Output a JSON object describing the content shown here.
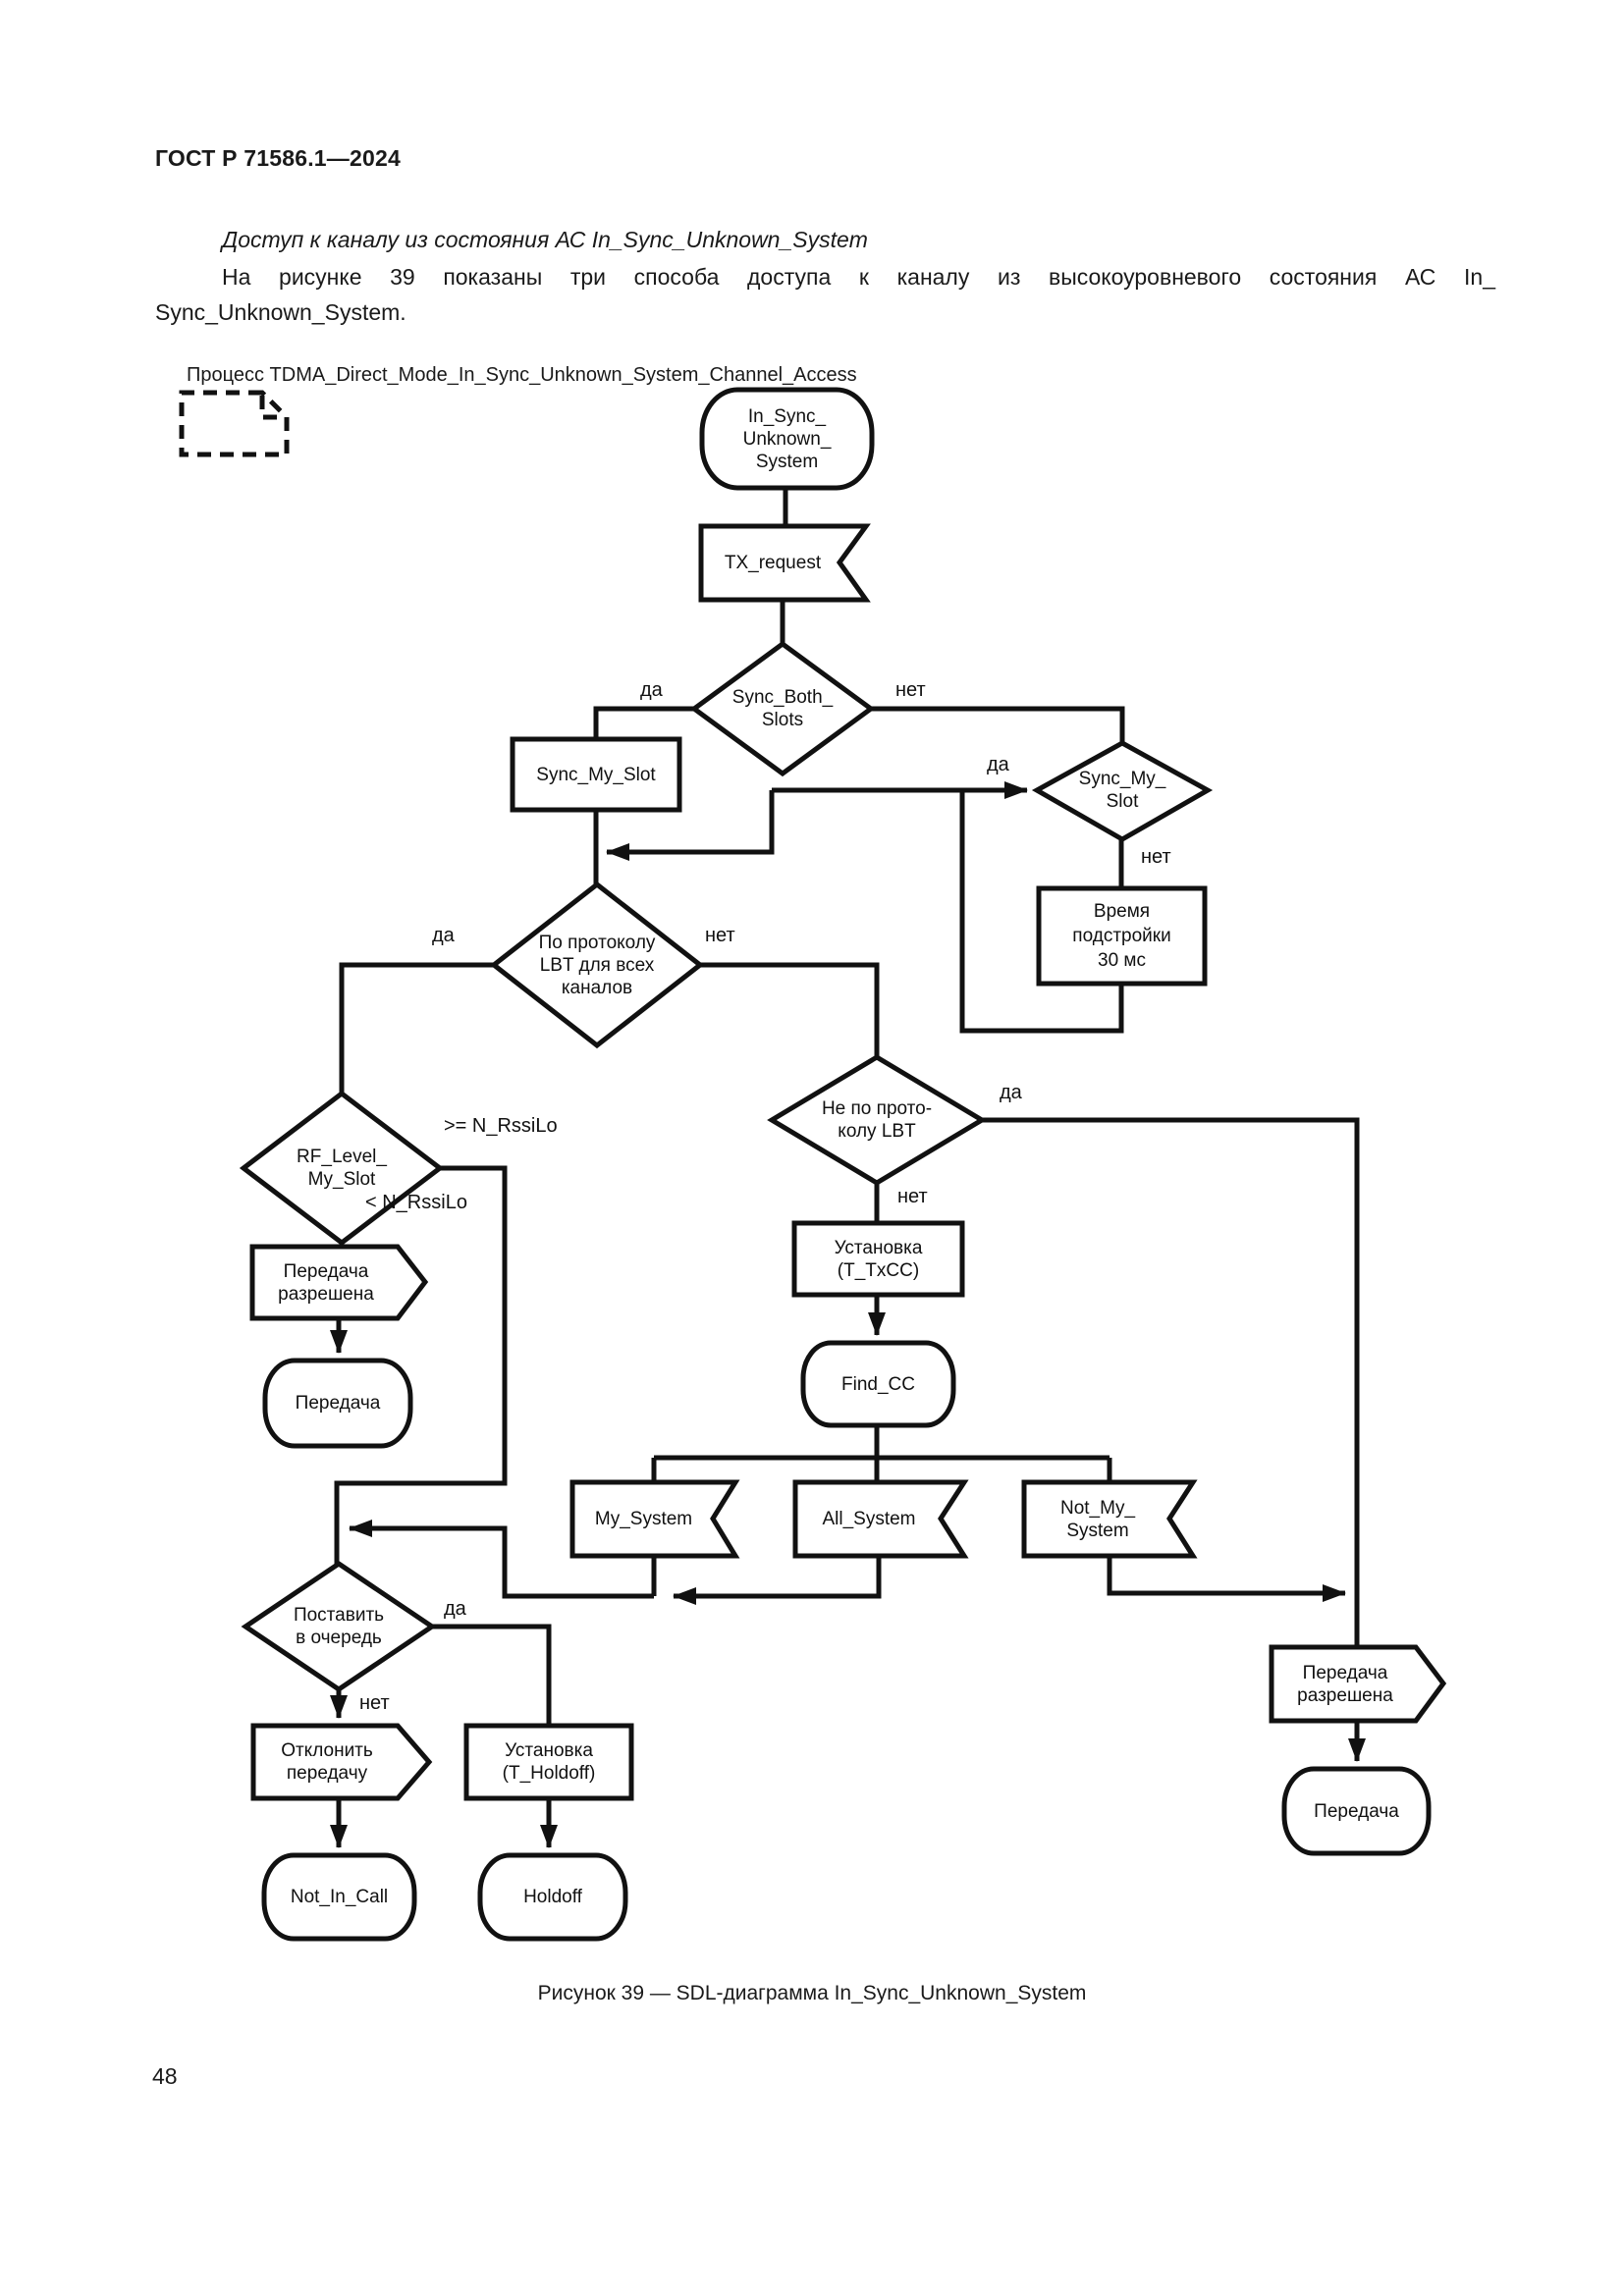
{
  "page": {
    "header": "ГОСТ Р 71586.1—2024",
    "para_italic": "Доступ к каналу из состояния АС In_Sync_Unknown_System",
    "para_line1": "На рисунке 39 показаны три способа доступа к каналу из высокоуровневого состояния АС In_",
    "para_line2": "Sync_Unknown_System.",
    "caption": "Рисунок 39 — SDL-диаграмма In_Sync_Unknown_System",
    "page_number": "48"
  },
  "diagram": {
    "process_label": "Процесс TDMA_Direct_Mode_In_Sync_Unknown_System_Channel_Access",
    "labels": {
      "yes": "да",
      "no": "нет",
      "ge_rssi": ">= N_RssiLo",
      "lt_rssi": "< N_RssiLo"
    },
    "nodes": {
      "in_sync_state": [
        "In_Sync_",
        "Unknown_",
        "System"
      ],
      "tx_request": [
        "TX_request"
      ],
      "sync_both_slots": [
        "Sync_Both_",
        "Slots"
      ],
      "sync_my_slot_box": [
        "Sync_My_Slot"
      ],
      "sync_my_slot_decision": [
        "Sync_My_",
        "Slot"
      ],
      "adjust_time": [
        "Время",
        "подстройки",
        "30 мс"
      ],
      "lbt_all_channels": [
        "По протоколу",
        "LBT для всех",
        "каналов"
      ],
      "rf_level_my_slot": [
        "RF_Level_",
        "My_Slot"
      ],
      "not_lbt": [
        "Не по прото-",
        "колу LBT"
      ],
      "set_t_txcc": [
        "Установка",
        "(T_TxCC)"
      ],
      "tx_allowed_left": [
        "Передача",
        "разрешена"
      ],
      "tx_state_left": [
        "Передача"
      ],
      "find_cc": [
        "Find_CC"
      ],
      "my_system": [
        "My_System"
      ],
      "all_system": [
        "All_System"
      ],
      "not_my_system": [
        "Not_My_",
        "System"
      ],
      "queue_decision": [
        "Поставить",
        "в очередь"
      ],
      "reject_tx": [
        "Отклонить",
        "передачу"
      ],
      "set_t_holdoff": [
        "Установка",
        "(T_Holdoff)"
      ],
      "not_in_call": [
        "Not_In_Call"
      ],
      "holdoff": [
        "Holdoff"
      ],
      "tx_allowed_right": [
        "Передача",
        "разрешена"
      ],
      "tx_state_right": [
        "Передача"
      ]
    }
  }
}
